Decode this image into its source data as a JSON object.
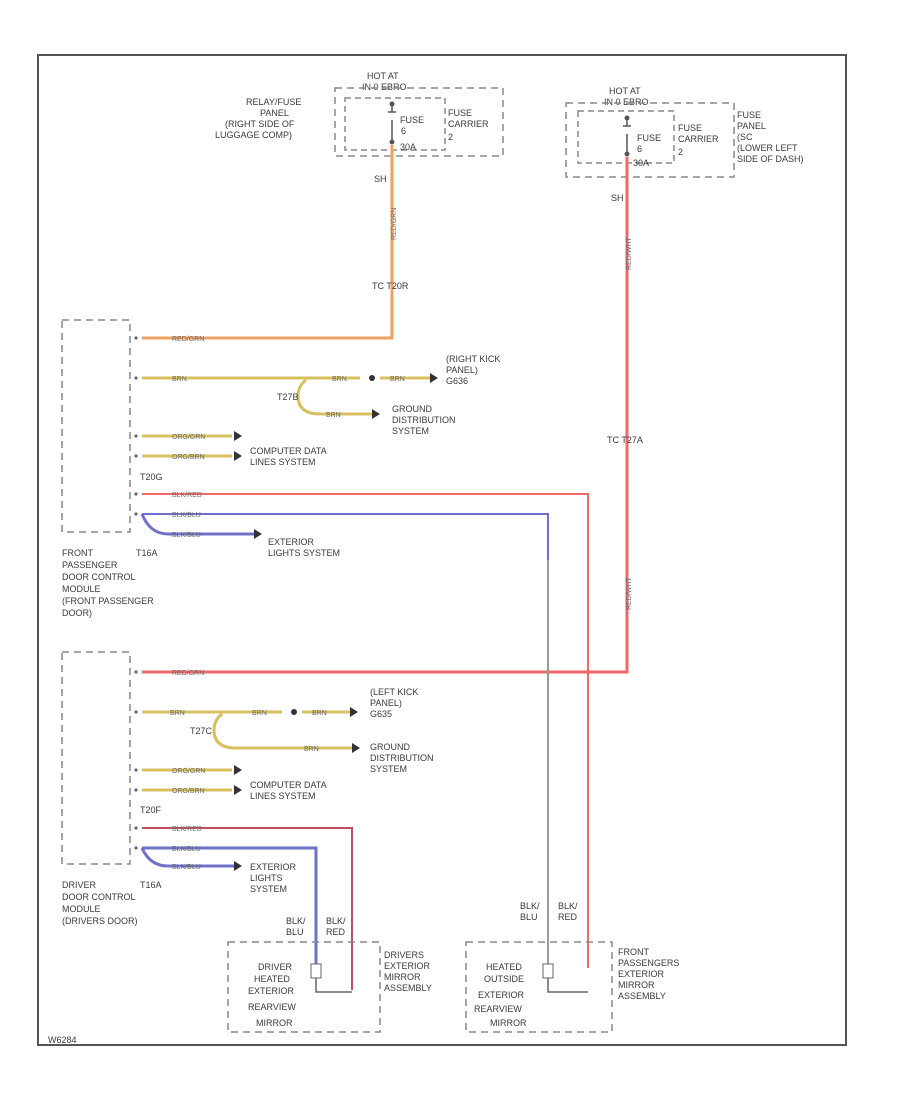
{
  "labels": {
    "hot_at_1": "HOT AT",
    "hot_at_1_b": "IN 0 EBRO",
    "relay_fuse_panel": [
      "RELAY/FUSE",
      "PANEL",
      "(RIGHT SIDE OF",
      "LUGGAGE COMP)"
    ],
    "fuse_1": [
      "FUSE",
      "6",
      "30A"
    ],
    "fuse_carrier_1": [
      "FUSE",
      "CARRIER",
      "2"
    ],
    "hot_at_2": "HOT AT",
    "hot_at_2_b": "IN 0 EBRO",
    "fuse_2": [
      "FUSE",
      "6",
      "30A"
    ],
    "fuse_carrier_2": [
      "FUSE",
      "CARRIER",
      "2"
    ],
    "fuse_panel_2": [
      "FUSE",
      "PANEL",
      "(SC",
      "(LOWER LEFT",
      "SIDE OF DASH)"
    ],
    "sh_1": "SH",
    "sh_2": "SH",
    "conn_t20_top": "TC T20R",
    "conn_t27_right": "TC T27A",
    "right_kick": [
      "(RIGHT KICK",
      "PANEL)",
      "G636"
    ],
    "ground_dist_1": [
      "GROUND",
      "DISTRIBUTION",
      "SYSTEM"
    ],
    "computer_data_1": [
      "COMPUTER DATA",
      "LINES SYSTEM"
    ],
    "t20g": "T20G",
    "t27b": "T27B",
    "ext_lights_1": [
      "EXTERIOR",
      "LIGHTS SYSTEM"
    ],
    "front_pass_module": [
      "FRONT",
      "PASSENGER",
      "DOOR CONTROL",
      "MODULE",
      "(FRONT PASSENGER",
      "DOOR)"
    ],
    "t16a_1": "T16A",
    "left_kick": [
      "(LEFT KICK",
      "PANEL)",
      "G635"
    ],
    "t27c": "T27C",
    "ground_dist_2": [
      "GROUND",
      "DISTRIBUTION",
      "SYSTEM"
    ],
    "computer_data_2": [
      "COMPUTER DATA",
      "LINES SYSTEM"
    ],
    "t20f": "T20F",
    "ext_lights_2": [
      "EXTERIOR",
      "LIGHTS",
      "SYSTEM"
    ],
    "driver_module": [
      "DRIVER",
      "DOOR CONTROL",
      "MODULE",
      "(DRIVERS DOOR)"
    ],
    "t16a_2": "T16A",
    "blk_blu_1": [
      "BLK/",
      "BLU"
    ],
    "blk_red_1": [
      "BLK/",
      "RED"
    ],
    "blk_blu_2": [
      "BLK/",
      "BLU"
    ],
    "blk_red_2": [
      "BLK/",
      "RED"
    ],
    "driver_heated": [
      "DRIVER",
      "HEATED",
      "EXTERIOR",
      "REARVIEW",
      "MIRROR"
    ],
    "drivers_ext_mirror": [
      "DRIVERS",
      "EXTERIOR",
      "MIRROR",
      "ASSEMBLY"
    ],
    "heated_outside": [
      "HEATED",
      "OUTSIDE",
      "EXTERIOR",
      "REARVIEW",
      "MIRROR"
    ],
    "front_pass_ext_mirror": [
      "FRONT",
      "PASSENGERS",
      "EXTERIOR",
      "MIRROR",
      "ASSEMBLY"
    ],
    "footer_code": "W6284"
  },
  "wire_labels": {
    "red_grn": "RED/GRN",
    "brn": "BRN",
    "org_grn": "ORG/GRN",
    "org_brn": "ORG/BRN",
    "blk_red": "BLK/RED",
    "blk_blu": "BLK/BLU",
    "red_wht": "RED/WHT"
  },
  "colors": {
    "frame": "#555555",
    "dash": "#888888",
    "wire_orange": "#f0a060",
    "wire_yellow": "#d8c060",
    "wire_red": "#f06868",
    "wire_blue": "#7070c8",
    "wire_gray": "#999999",
    "wire_darkred": "#c05060"
  }
}
